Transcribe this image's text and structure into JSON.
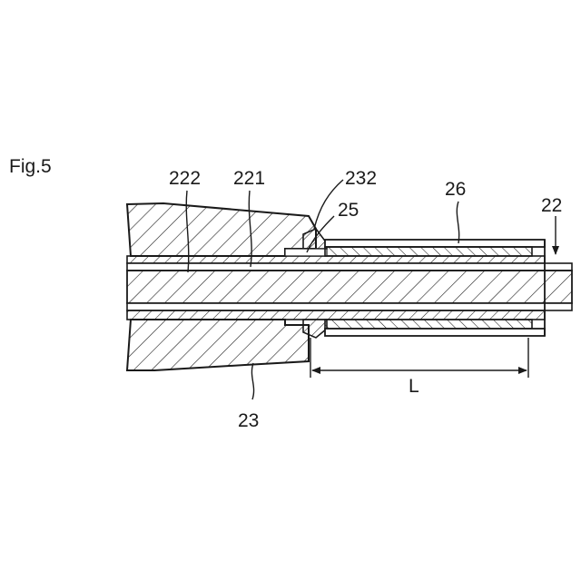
{
  "figure_label": "Fig.5",
  "labels": {
    "ref_222": "222",
    "ref_221": "221",
    "ref_232": "232",
    "ref_25": "25",
    "ref_26": "26",
    "ref_22": "22",
    "ref_23": "23",
    "dim_L": "L"
  }
}
